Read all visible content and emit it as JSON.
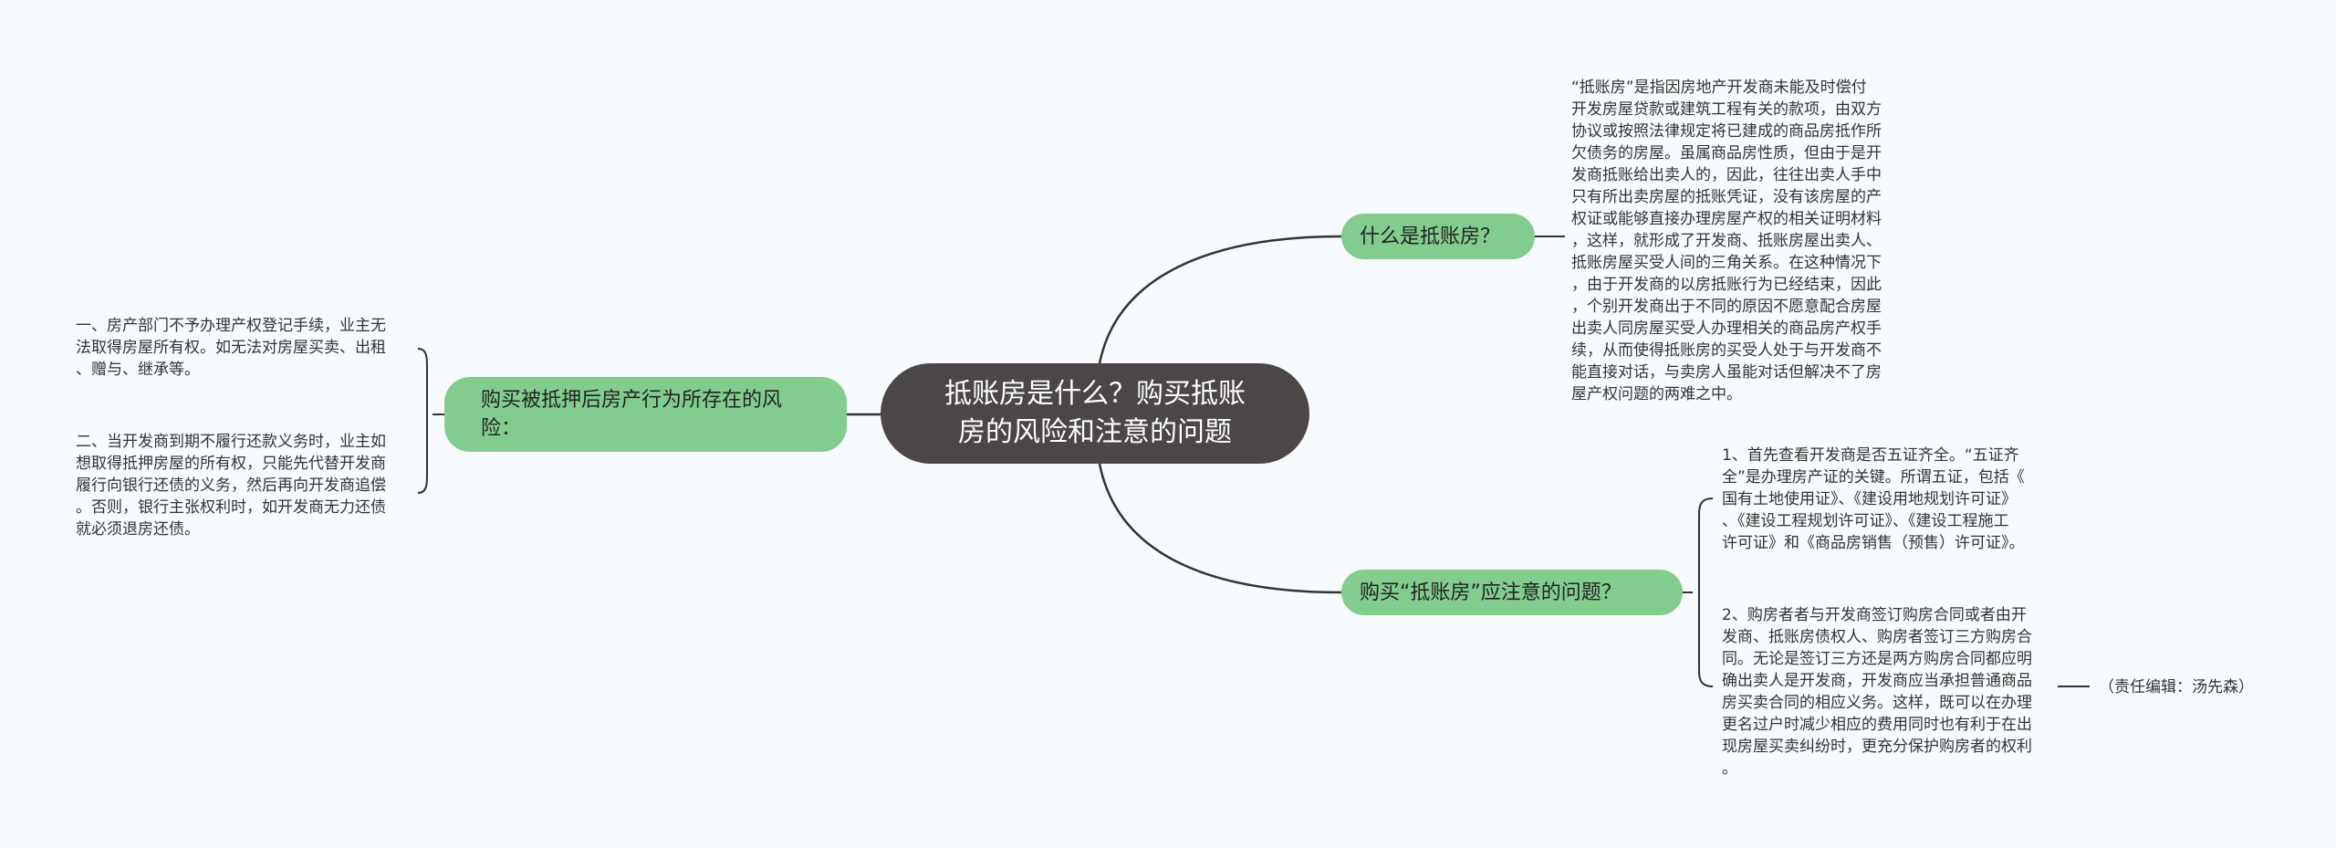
{
  "mindmap": {
    "central": "抵账房是什么？购买抵账\n房的风险和注意的问题",
    "branches": [
      {
        "label": "什么是抵账房？",
        "children": [
          "“抵账房”是指因房地产开发商未能及时偿付\n开发房屋贷款或建筑工程有关的款项，由双方\n协议或按照法律规定将已建成的商品房抵作所\n欠债务的房屋。虽属商品房性质，但由于是开\n发商抵账给出卖人的，因此，往往出卖人手中\n只有所出卖房屋的抵账凭证，没有该房屋的产\n权证或能够直接办理房屋产权的相关证明材料\n，这样，就形成了开发商、抵账房屋出卖人、\n抵账房屋买受人间的三角关系。在这种情况下\n，由于开发商的以房抵账行为已经结束，因此\n，个别开发商出于不同的原因不愿意配合房屋\n出卖人同房屋买受人办理相关的商品房产权手\n续，从而使得抵账房的买受人处于与开发商不\n能直接对话，与卖房人虽能对话但解决不了房\n屋产权问题的两难之中。"
        ]
      },
      {
        "label": "购买“抵账房”应注意的问题？",
        "children": [
          "1、首先查看开发商是否五证齐全。“五证齐\n全”是办理房产证的关键。所谓五证，包括《\n国有土地使用证》、《建设用地规划许可证》\n、《建设工程规划许可证》、《建设工程施工\n许可证》和《商品房销售（预售）许可证》。",
          "2、购房者者与开发商签订购房合同或者由开\n发商、抵账房债权人、购房者签订三方购房合\n同。无论是签订三方还是两方购房合同都应明\n确出卖人是开发商，开发商应当承担普通商品\n房买卖合同的相应义务。这样，既可以在办理\n更名过户时减少相应的费用同时也有利于在出\n现房屋买卖纠纷时，更充分保护购房者的权利\n。"
        ],
        "note": "（责任编辑：汤先森）"
      },
      {
        "label": "购买被抵押后房产行为所存在的风\n险：",
        "children": [
          "一、房产部门不予办理产权登记手续，业主无\n法取得房屋所有权。如无法对房屋买卖、出租\n、赠与、继承等。",
          "二、当开发商到期不履行还款义务时，业主如\n想取得抵押房屋的所有权，只能先代替开发商\n履行向银行还债的义务，然后再向开发商追偿\n。否则，银行主张权利时，如开发商无力还债\n就必须退房还债。"
        ]
      }
    ]
  },
  "colors": {
    "central_bg": "#4a4746",
    "branch_bg": "#82cd8d",
    "line": "#333333",
    "background": "#f7fbfd"
  }
}
